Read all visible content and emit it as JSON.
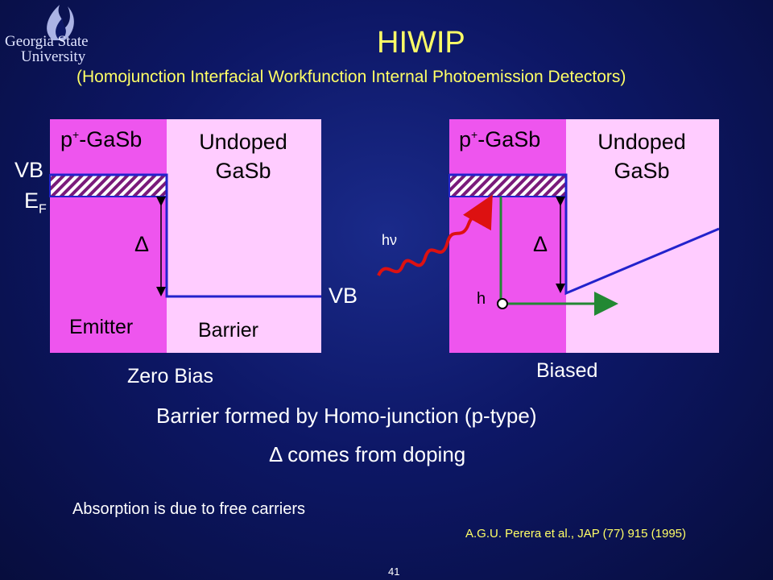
{
  "logo": {
    "line1": "Georgia State",
    "line2": "University"
  },
  "title": "HIWIP",
  "subtitle": "(Homojunction Interfacial Workfunction Internal Photoemission Detectors)",
  "left_diagram": {
    "emitter_prefix": "p",
    "emitter_sup": "+",
    "emitter_suffix": "-GaSb",
    "barrier_line1": "Undoped",
    "barrier_line2": "GaSb",
    "delta": "Δ",
    "emitter_label": "Emitter",
    "barrier_label": "Barrier",
    "vb_left": "VB",
    "ef_main": "E",
    "ef_sub": "F",
    "vb_right": "VB",
    "caption": "Zero Bias"
  },
  "right_diagram": {
    "emitter_prefix": "p",
    "emitter_sup": "+",
    "emitter_suffix": "-GaSb",
    "barrier_line1": "Undoped",
    "barrier_line2": "GaSb",
    "delta": "Δ",
    "photon": "hν",
    "hole": "h",
    "caption": "Biased"
  },
  "statement1": "Barrier formed by Homo-junction (p-type)",
  "statement2": "Δ comes from doping",
  "note": "Absorption is due to free carriers",
  "citation": "A.G.U. Perera et al., JAP (77) 915 (1995)",
  "page_number": "41",
  "colors": {
    "background": "#0d1766",
    "title": "#ffff66",
    "emitter_fill": "#ee55ee",
    "barrier_fill": "#ffccff",
    "band_line": "#2222cc",
    "photon": "#dd1111",
    "hole_arrow": "#228833"
  }
}
